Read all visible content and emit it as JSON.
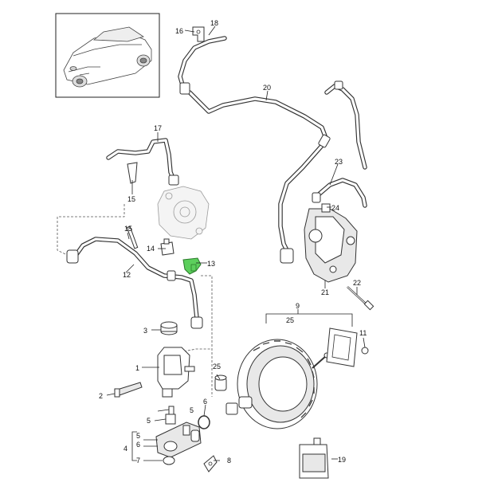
{
  "callouts": [
    {
      "id": "c1",
      "text": "1"
    },
    {
      "id": "c2",
      "text": "2"
    },
    {
      "id": "c3",
      "text": "3"
    },
    {
      "id": "c4",
      "text": "4"
    },
    {
      "id": "c5a",
      "text": "5"
    },
    {
      "id": "c5b",
      "text": "5"
    },
    {
      "id": "c5c",
      "text": "5"
    },
    {
      "id": "c6a",
      "text": "6"
    },
    {
      "id": "c6b",
      "text": "6"
    },
    {
      "id": "c7",
      "text": "7"
    },
    {
      "id": "c8",
      "text": "8"
    },
    {
      "id": "c9",
      "text": "9"
    },
    {
      "id": "c11",
      "text": "11"
    },
    {
      "id": "c12",
      "text": "12"
    },
    {
      "id": "c13",
      "text": "13"
    },
    {
      "id": "c14",
      "text": "14"
    },
    {
      "id": "c15a",
      "text": "15"
    },
    {
      "id": "c15b",
      "text": "15"
    },
    {
      "id": "c16",
      "text": "16"
    },
    {
      "id": "c17",
      "text": "17"
    },
    {
      "id": "c18",
      "text": "18"
    },
    {
      "id": "c19",
      "text": "19"
    },
    {
      "id": "c20",
      "text": "20"
    },
    {
      "id": "c21",
      "text": "21"
    },
    {
      "id": "c22",
      "text": "22"
    },
    {
      "id": "c23",
      "text": "23"
    },
    {
      "id": "c24",
      "text": "24"
    },
    {
      "id": "c25a",
      "text": "25"
    },
    {
      "id": "c25b",
      "text": "25"
    }
  ],
  "colors": {
    "highlight_part": "#5ccf5c",
    "line": "#333333"
  }
}
